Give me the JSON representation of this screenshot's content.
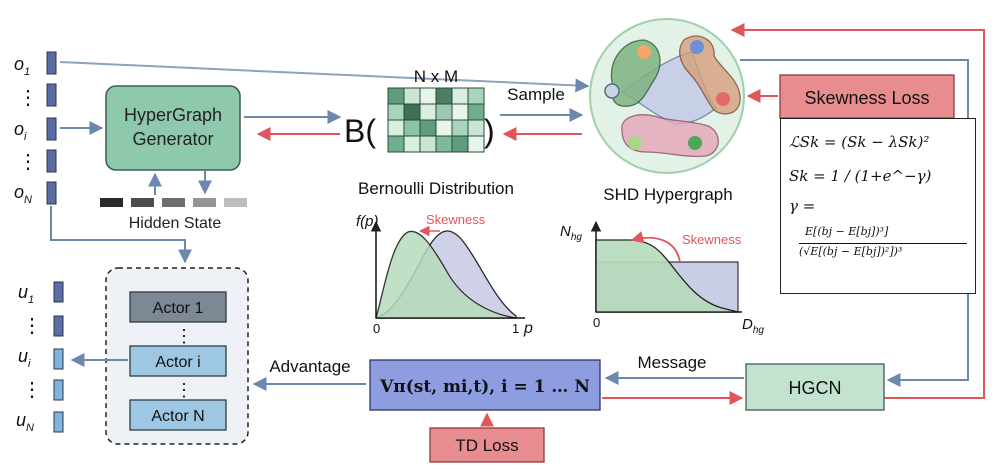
{
  "observations": [
    "o",
    "o",
    "o"
  ],
  "observation_subscripts": [
    "1",
    "i",
    "N"
  ],
  "actions": [
    "u",
    "u",
    "u"
  ],
  "action_subscripts": [
    "1",
    "i",
    "N"
  ],
  "generator": {
    "line1": "HyperGraph",
    "line2": "Generator"
  },
  "hidden_state_label": "Hidden State",
  "matrix_label": "N x M",
  "bernoulli_prefix": "B(",
  "bernoulli_suffix": ")",
  "bernoulli_caption": "Bernoulli Distribution",
  "sample_label": "Sample",
  "hypergraph_caption": "SHD Hypergraph",
  "skewness_loss_label": "Skewness Loss",
  "formula": {
    "line1": "ℒSk = (Sk − λSk)²",
    "line2": "Sk = 1 / (1+e^−γ)",
    "line3": "γ =",
    "numerator": "E[(bj − E[bj])³]",
    "denominator": "(√E[(bj − E[bj])²])³"
  },
  "plot_left": {
    "ylabel": "f(p)",
    "xlabel": "p",
    "tick_zero": "0",
    "tick_one": "1",
    "annotation": "Skewness"
  },
  "plot_right": {
    "ylabel": "N",
    "ylabel_sub": "hg",
    "xlabel": "D",
    "xlabel_sub": "hg",
    "tick_zero": "0",
    "annotation": "Skewness"
  },
  "actors": [
    "Actor 1",
    "Actor i",
    "Actor N"
  ],
  "advantage_label": "Advantage",
  "value_formula": "Vπ(st, mi,t), i = 1 … N",
  "message_label": "Message",
  "hgcn_label": "HGCN",
  "td_loss_label": "TD Loss",
  "ellipsis": "⋮",
  "colors": {
    "obs_fill": "#5b6ea3",
    "act_fill": "#7fb4dd",
    "generator_fill": "#8ec9ad",
    "arrow_blue": "#6d88ad",
    "arrow_red": "#e0565b",
    "skew_fill": "#e88d8f",
    "value_fill": "#8e9de0",
    "hgcn_fill": "#c3e2cf",
    "green_curve": "#b6dcbb",
    "blue_curve": "#c9cde6",
    "actor_top": "#7c8894",
    "actor_mid": "#9ec7e3"
  }
}
